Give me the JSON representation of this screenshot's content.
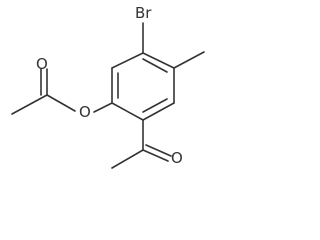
{
  "structure": {
    "atoms": {
      "bromine": "Br",
      "ester_oxygen": "O",
      "acetate_carbonyl_oxygen": "O",
      "ketone_carbonyl_oxygen": "O"
    },
    "colors": {
      "line": "#333333",
      "background": "#ffffff"
    }
  }
}
